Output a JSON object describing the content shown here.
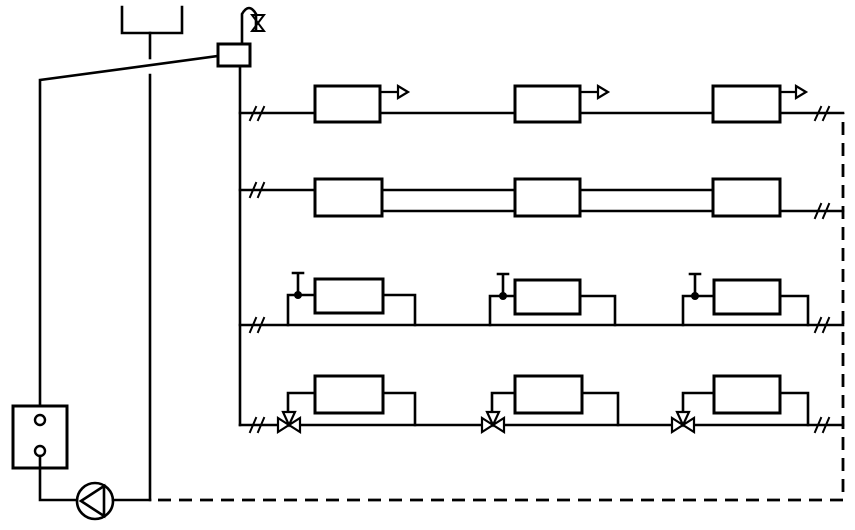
{
  "diagram": {
    "title": "",
    "colors": {
      "line": "#000000",
      "background": "#ffffff"
    },
    "rows": [
      {
        "type": "air-vent"
      },
      {
        "type": "double-pipe"
      },
      {
        "type": "control-valve-bypass"
      },
      {
        "type": "three-way-valve-bypass"
      }
    ],
    "radiators_per_row": 3
  }
}
